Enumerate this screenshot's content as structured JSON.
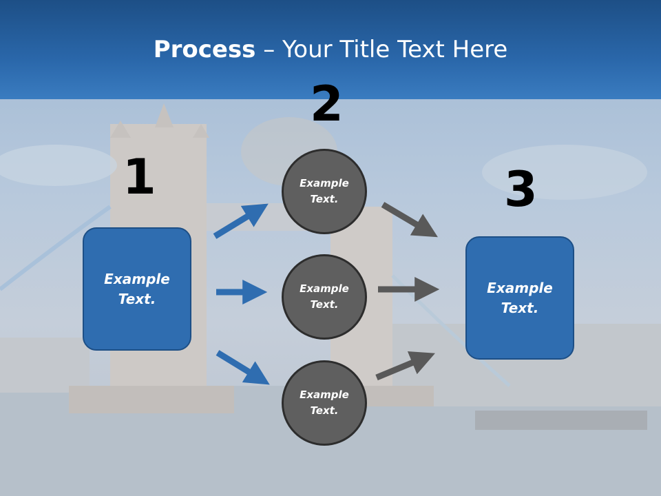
{
  "title": {
    "bold": "Process",
    "rest": " – Your Title Text Here"
  },
  "steps": [
    {
      "number": "1"
    },
    {
      "number": "2"
    },
    {
      "number": "3"
    }
  ],
  "left_box": {
    "line1": "Example",
    "line2": "Text."
  },
  "right_box": {
    "line1": "Example",
    "line2": "Text."
  },
  "circles": [
    {
      "line1": "Example",
      "line2": "Text."
    },
    {
      "line1": "Example",
      "line2": "Text."
    },
    {
      "line1": "Example",
      "line2": "Text."
    }
  ],
  "colors": {
    "header": "#2a67aa",
    "box_fill": "#2f6db0",
    "circle_fill": "#5f5f5f",
    "blue_arrow": "#2f6db0",
    "gray_arrow": "#595959"
  }
}
